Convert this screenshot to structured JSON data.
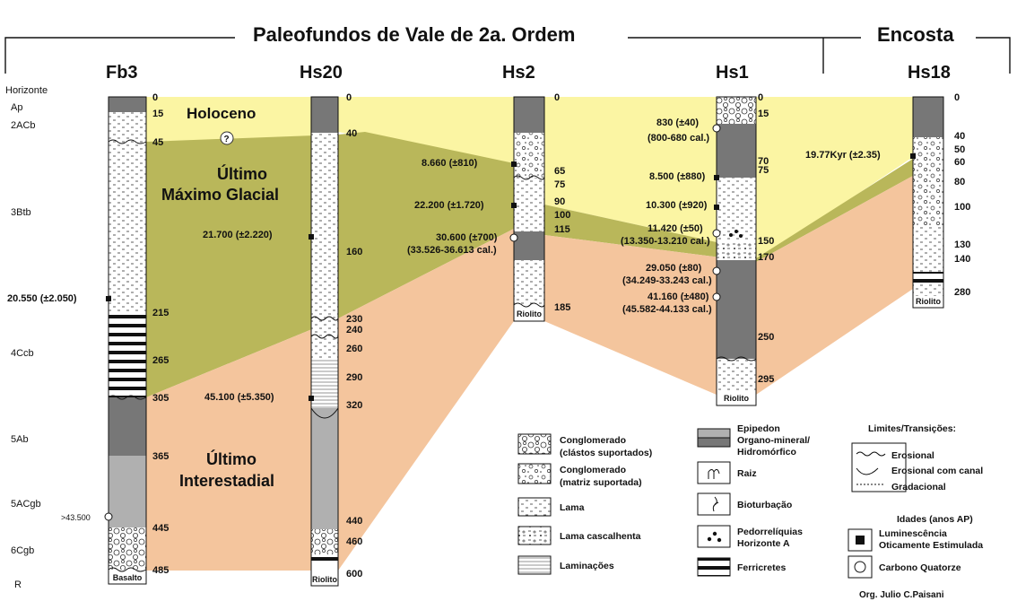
{
  "header": {
    "group_a": "Paleofundos de Vale de 2a. Ordem",
    "group_b": "Encosta"
  },
  "columns": [
    {
      "name": "Fb3"
    },
    {
      "name": "Hs20"
    },
    {
      "name": "Hs2"
    },
    {
      "name": "Hs1"
    },
    {
      "name": "Hs18"
    }
  ],
  "horizons": {
    "title": "Horizonte",
    "items": [
      "Ap",
      "2ACb",
      "3Btb",
      "4Ccb",
      "5Ab",
      "5ACgb",
      "6Cgb",
      "R"
    ]
  },
  "zones": {
    "holocene": "Holoceno",
    "lgm_line1": "Último",
    "lgm_line2": "Máximo Glacial",
    "inter_line1": "Último",
    "inter_line2": "Interestadial"
  },
  "depths": {
    "fb3": [
      "0",
      "15",
      "45",
      "215",
      "265",
      "305",
      "365",
      "445",
      "485"
    ],
    "hs20": [
      "0",
      "40",
      "160",
      "230",
      "240",
      "260",
      "290",
      "320",
      "440",
      "460",
      "600"
    ],
    "hs2": [
      "0",
      "65",
      "75",
      "90",
      "100",
      "115",
      "185"
    ],
    "hs1": [
      "0",
      "15",
      "70",
      "75",
      "150",
      "170",
      "250",
      "295"
    ],
    "hs18": [
      "0",
      "40",
      "50",
      "60",
      "80",
      "100",
      "130",
      "140",
      "280"
    ]
  },
  "bedrock": {
    "fb3": "Basalto",
    "hs20": "Riolito",
    "hs2": "Riolito",
    "hs1": "Riolito",
    "hs18": "Riolito"
  },
  "ages": {
    "fb3_osl": "20.550 (±2.050)",
    "fb3_c14": ">43.500",
    "hs20_a": "21.700 (±2.220)",
    "hs20_b": "45.100 (±5.350)",
    "hs2_a": "8.660 (±810)",
    "hs2_b": "22.200 (±1.720)",
    "hs2_c": "30.600 (±700)",
    "hs2_c_cal": "(33.526-36.613 cal.)",
    "hs1_a": "830 (±40)",
    "hs1_a_cal": "(800-680 cal.)",
    "hs1_b": "8.500 (±880)",
    "hs1_c": "10.300 (±920)",
    "hs1_d": "11.420 (±50)",
    "hs1_d_cal": "(13.350-13.210 cal.)",
    "hs1_e": "29.050 (±80)",
    "hs1_e_cal": "(34.249-33.243 cal.)",
    "hs1_f": "41.160 (±480)",
    "hs1_f_cal": "(45.582-44.133 cal.)",
    "hs18_a": "19.77Kyr (±2.35)",
    "unknown": "?"
  },
  "legend": {
    "conglomerado_clastos": [
      "Conglomerado",
      "(clástos suportados)"
    ],
    "conglomerado_matriz": [
      "Conglomerado",
      "(matriz suportada)"
    ],
    "lama": "Lama",
    "lama_cascalhenta": "Lama cascalhenta",
    "laminacoes": "Laminações",
    "epipedon": [
      "Epipedon",
      "Organo-mineral/",
      "Hidromórfico"
    ],
    "raiz": "Raiz",
    "bioturbacao": "Bioturbação",
    "pedorreliquias": [
      "Pedorrelíquias",
      "Horizonte A"
    ],
    "ferricretes": "Ferricretes",
    "limites_title": "Limites/Transições:",
    "erosional": "Erosional",
    "erosional_canal": "Erosional com canal",
    "gradacional": "Gradacional",
    "idades_title": "Idades (anos AP)",
    "osl": [
      "Luminescência",
      "Oticamente Estimulada"
    ],
    "c14": "Carbono Quatorze",
    "credit": "Org. Julio C.Paisani"
  },
  "colors": {
    "holocene": "#fbf5a3",
    "lgm": "#b9b75a",
    "interstadial": "#f4c59d",
    "dark_soil": "#777777",
    "grey_soil": "#b0b0b0"
  }
}
